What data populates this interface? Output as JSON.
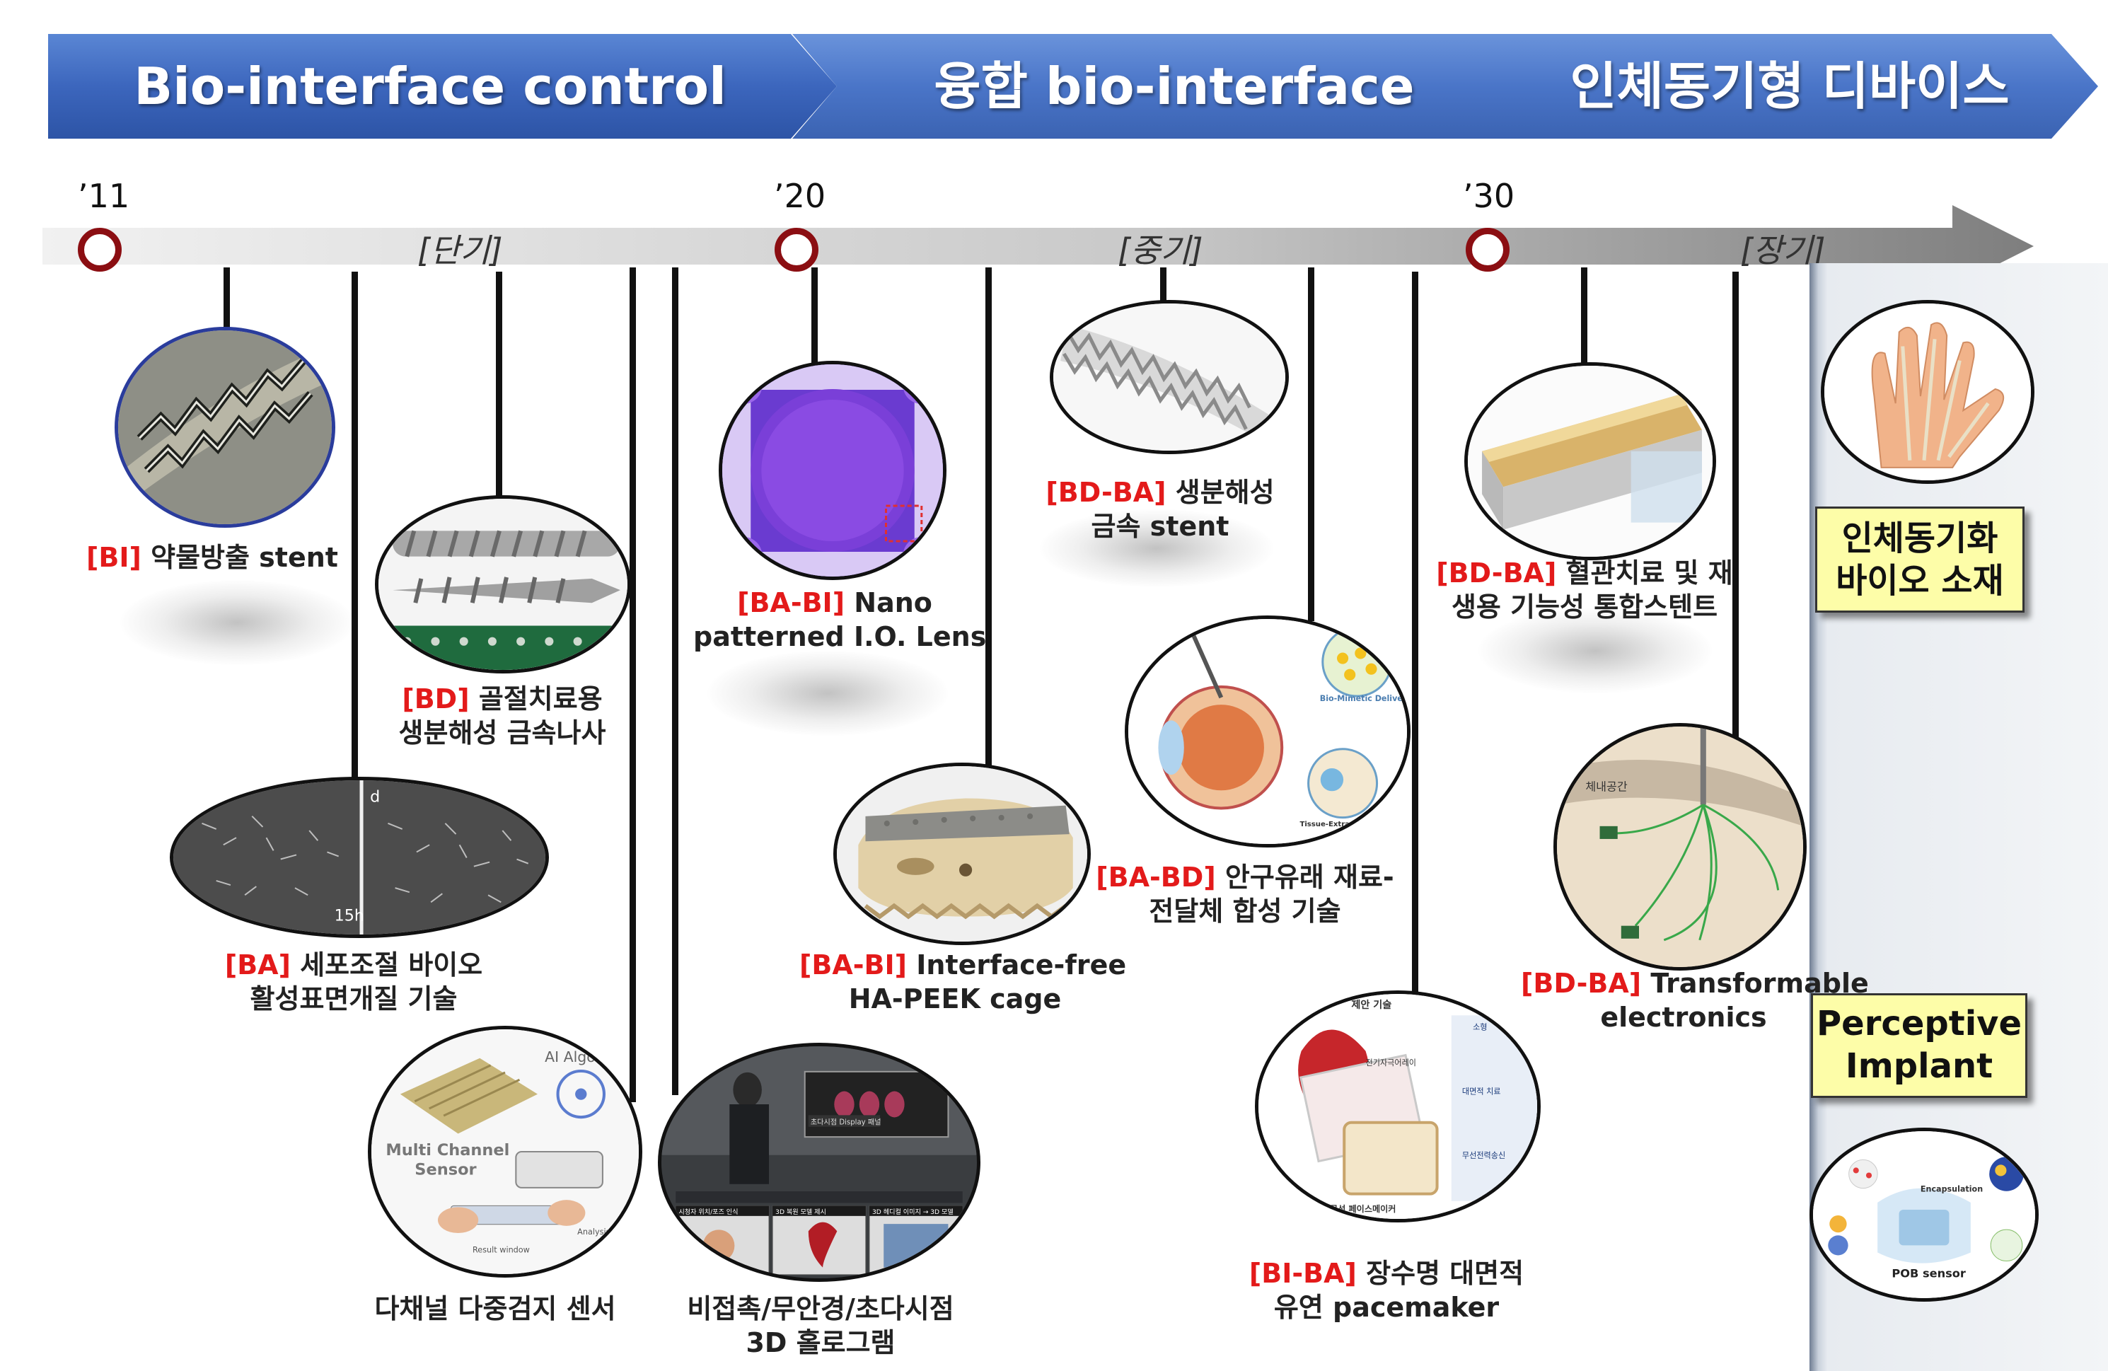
{
  "phases": [
    {
      "label": "Bio-interface control"
    },
    {
      "label": "융합 bio-interface"
    },
    {
      "label": "인체동기형 디바이스"
    }
  ],
  "timeline": {
    "years": [
      "’11",
      "’20",
      "’30"
    ],
    "terms": [
      "[단기]",
      "[중기]",
      "[장기]"
    ]
  },
  "items": [
    {
      "tag": "[BI]",
      "text": "약물방출 stent"
    },
    {
      "tag": "[BD]",
      "line1": "골절치료용",
      "line2": "생분해성 금속나사"
    },
    {
      "tag": "[BA]",
      "line1": "세포조절 바이오",
      "line2": "활성표면개질 기술"
    },
    {
      "line1": "다채널 다중검지 센서"
    },
    {
      "line1": "비접촉/무안경/초다시점",
      "line2": "3D 홀로그램"
    },
    {
      "tag": "[BA-BI]",
      "line1": "Nano",
      "line2": "patterned I.O. Lens"
    },
    {
      "tag": "[BA-BI]",
      "line1": "Interface-free",
      "line2": "HA-PEEK cage"
    },
    {
      "tag": "[BD-BA]",
      "line1": "생분해성",
      "line2": "금속 stent"
    },
    {
      "tag": "[BA-BD]",
      "line1": "안구유래 재료-",
      "line2": "전달체 합성 기술"
    },
    {
      "tag": "[BI-BA]",
      "line1": "장수명 대면적",
      "line2": "유연  pacemaker"
    },
    {
      "tag": "[BD-BA]",
      "line1": "혈관치료 및 재",
      "line2": "생용 기능성 통합스텐트"
    },
    {
      "tag": "[BD-BA]",
      "line1": "Transformable",
      "line2": "electronics"
    }
  ],
  "long_term": {
    "box1": {
      "line1": "인체동기화",
      "line2": "바이오 소재"
    },
    "box2": {
      "line1": "Perceptive",
      "line2": "Implant"
    }
  },
  "image_text": {
    "cells_15h": "15h",
    "cells_d": "d",
    "sensor_ai": "AI Algo",
    "sensor_multi1": "Multi Channel",
    "sensor_multi2": "Sensor",
    "sensor_result": "Result window",
    "sensor_analysis": "Analysis of portable device",
    "holo_top": "초다시점 Display 패널",
    "holo_b1": "시청자 위치/포즈 인식",
    "holo_b2": "3D 복원 모델 제시",
    "holo_b3": "3D 헤디컬 이미지 → 3D 모델",
    "eye_bio": "Bio-Mimetic Delivery System",
    "eye_tissue": "Tissue-Extracted Biomaterials",
    "pace_top": "제안 기술",
    "pace_array": "전기자극어레이",
    "pace_bottom": "무선 페이스메이커",
    "pace_r1": "소형",
    "pace_r2": "대면적 치료",
    "pace_r3": "무선전력송신",
    "trans_label": "체내공간",
    "pob_enc": "Encapsulation",
    "pob_label": "POB sensor"
  },
  "colors": {
    "phase_blue": "#3f6cc4",
    "ring_red": "#8b0e12",
    "tag_red": "#e31a1a",
    "box_yellow": "#fdfda8"
  }
}
